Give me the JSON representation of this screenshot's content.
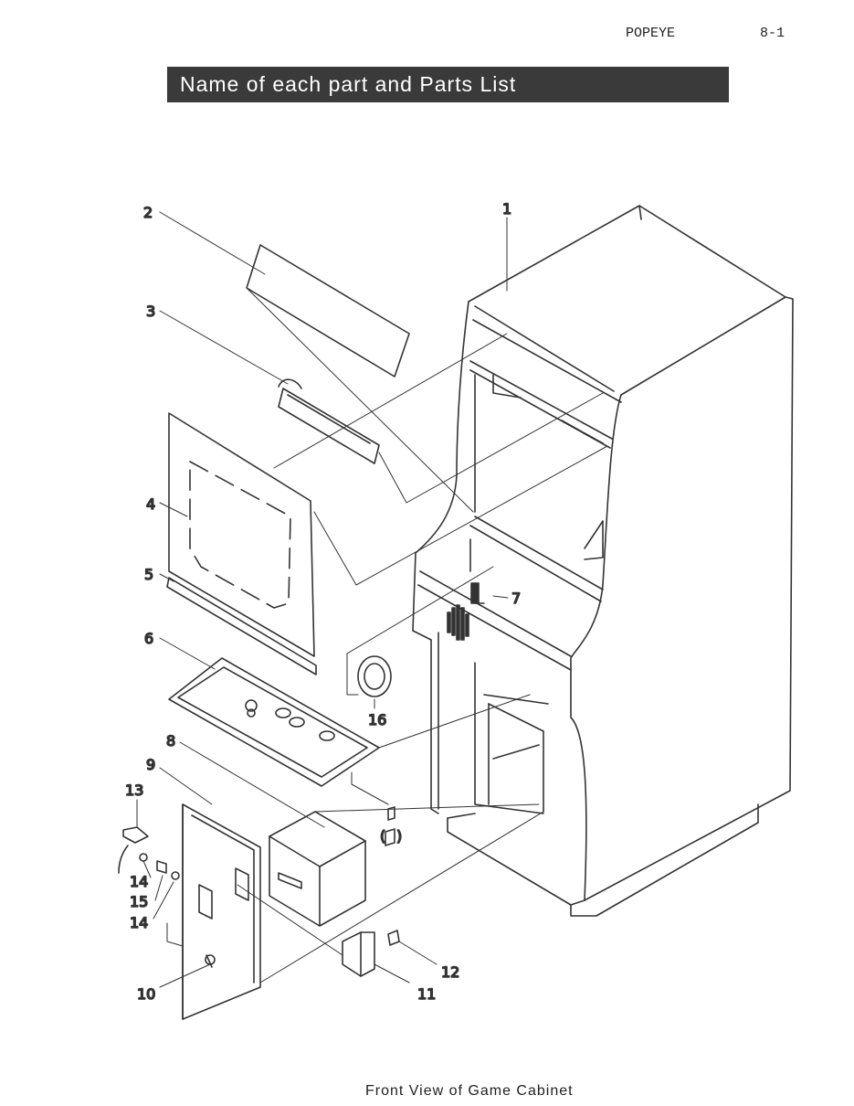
{
  "header": {
    "title": "POPEYE",
    "page": "8-1"
  },
  "banner": {
    "text": "Name of each part and Parts List"
  },
  "callouts": {
    "n1": "1",
    "n2": "2",
    "n3": "3",
    "n4": "4",
    "n5": "5",
    "n6": "6",
    "n7": "7",
    "n8": "8",
    "n9": "9",
    "n10": "10",
    "n11": "11",
    "n12": "12",
    "n13": "13",
    "n14a": "14",
    "n14b": "14",
    "n15": "15",
    "n16": "16"
  },
  "caption": "Front View of Game Cabinet"
}
